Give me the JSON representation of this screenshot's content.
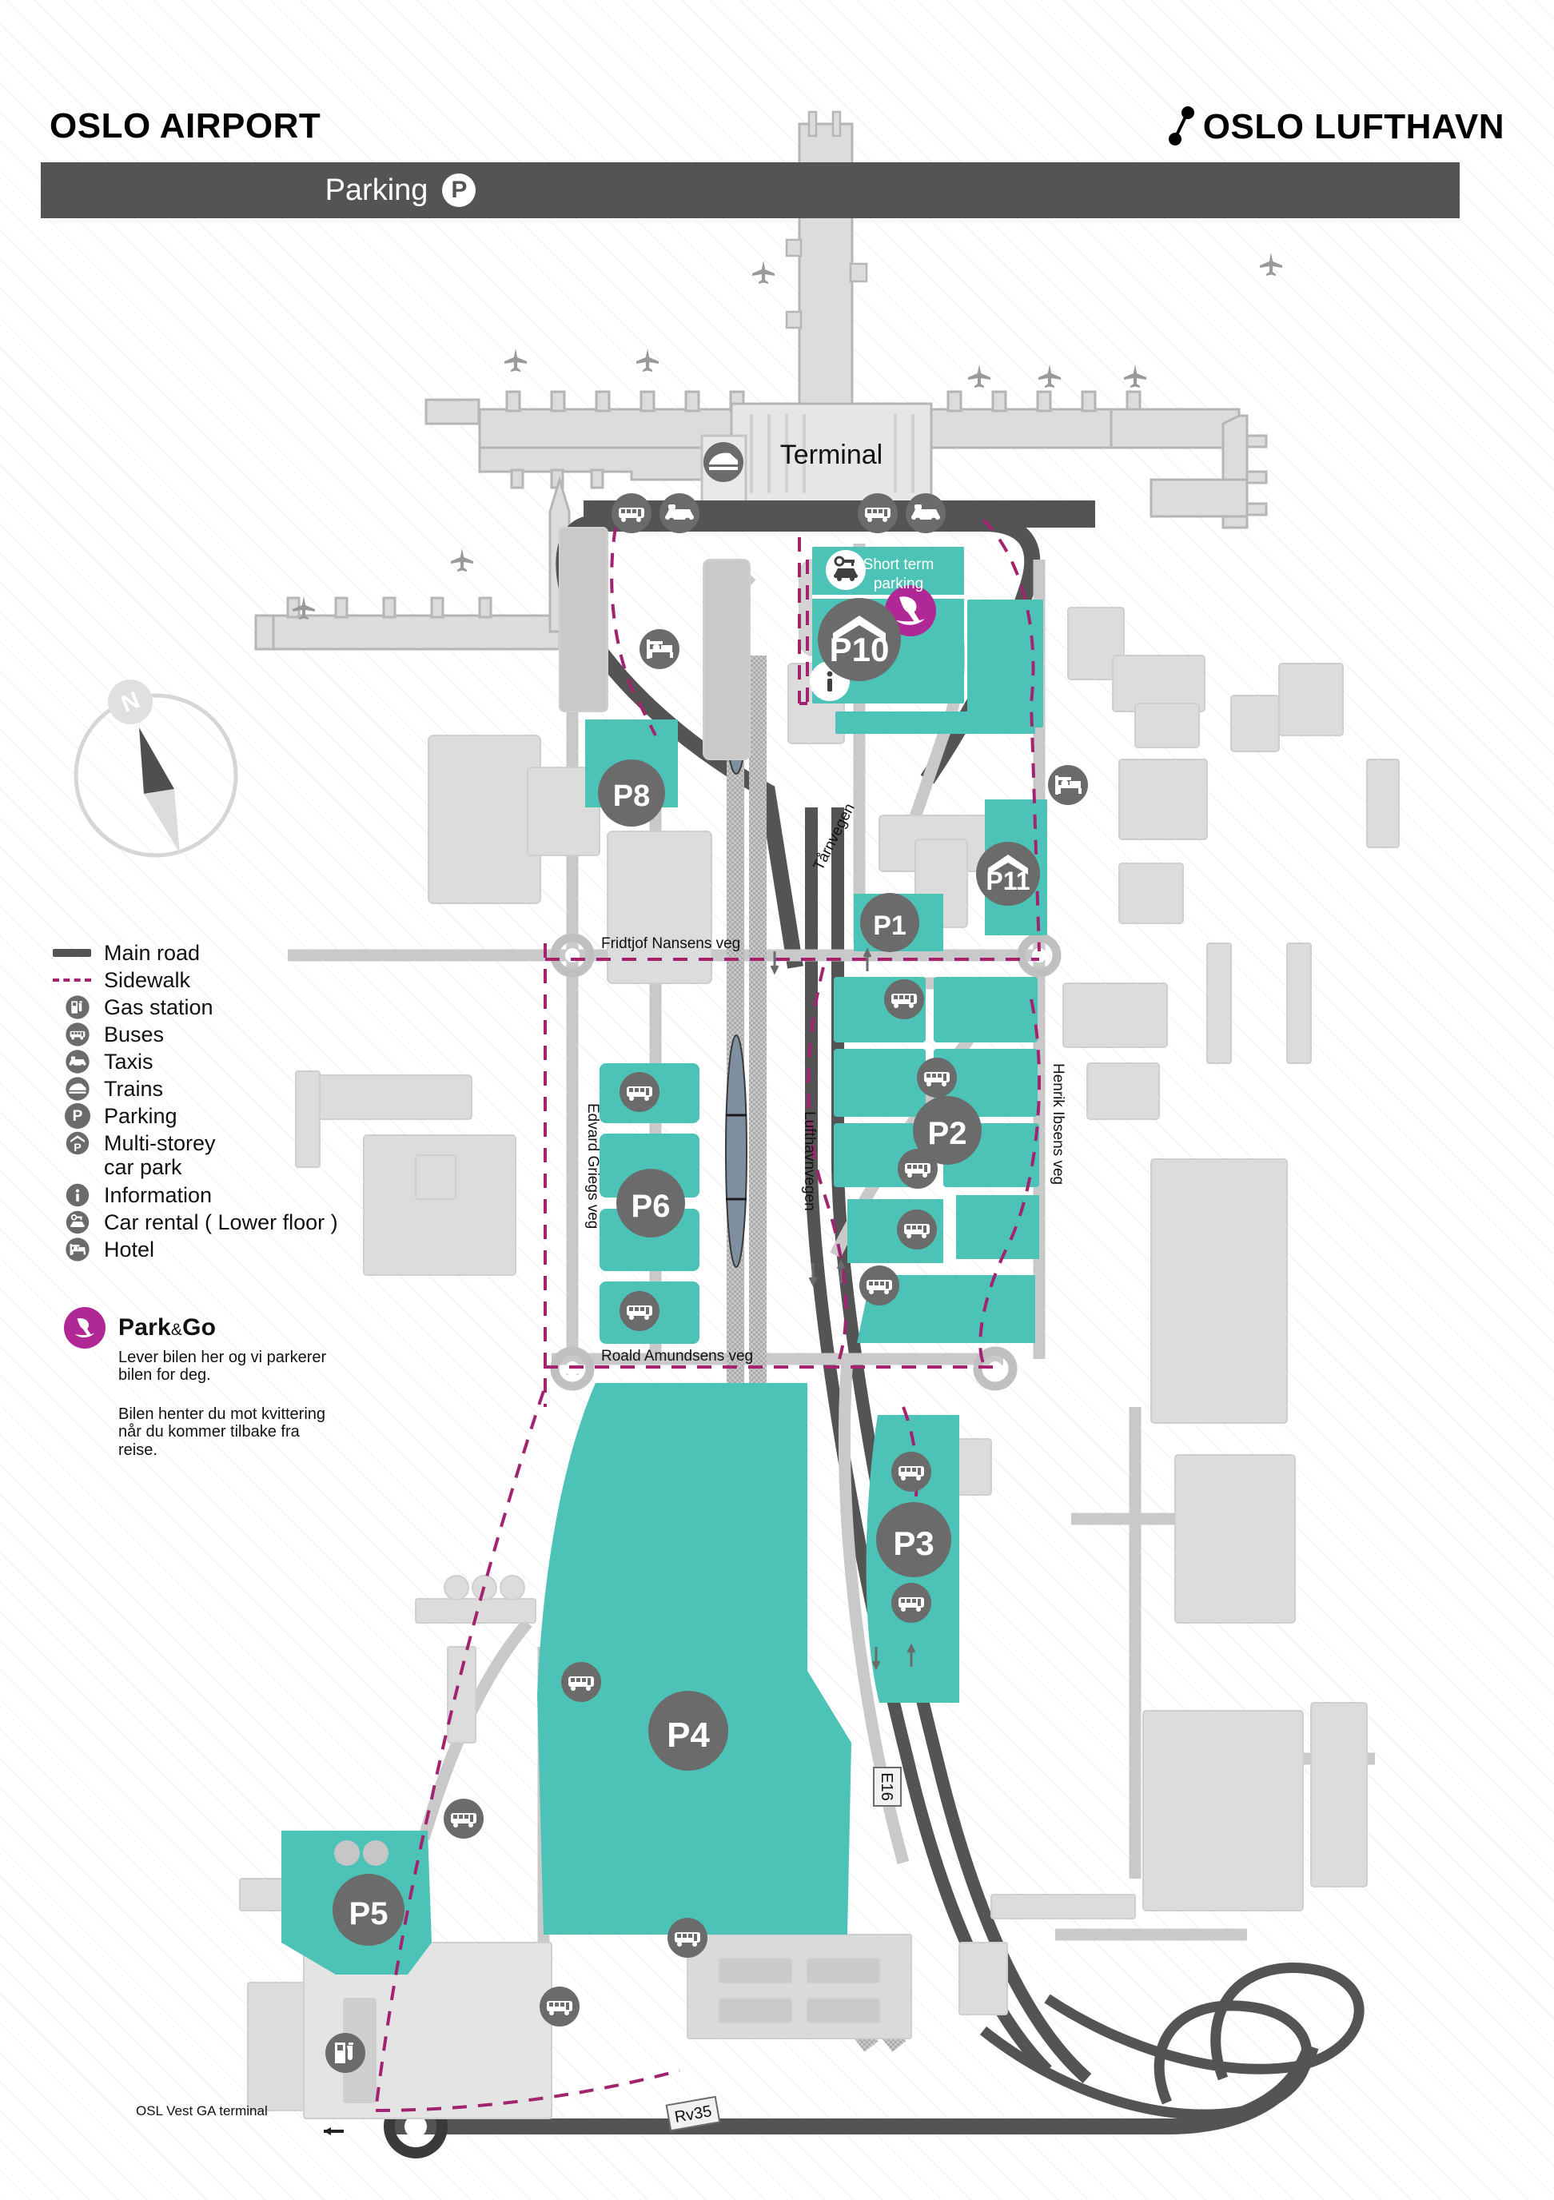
{
  "header": {
    "brand_left": "OSLO AIRPORT",
    "brand_right": "OSLO LUFTHAVN",
    "title": "Parking",
    "title_badge": "P"
  },
  "legend": {
    "items": [
      {
        "icon": "main-road-swatch",
        "label": "Main road"
      },
      {
        "icon": "sidewalk-swatch",
        "label": "Sidewalk"
      },
      {
        "icon": "gas-station-icon",
        "label": "Gas station"
      },
      {
        "icon": "bus-icon",
        "label": "Buses"
      },
      {
        "icon": "taxi-icon",
        "label": "Taxis"
      },
      {
        "icon": "train-icon",
        "label": "Trains"
      },
      {
        "icon": "parking-icon",
        "label": "Parking"
      },
      {
        "icon": "multi-storey-parking-icon",
        "label": "Multi-storey"
      },
      {
        "icon": "info-icon",
        "label": "Information"
      },
      {
        "icon": "car-rental-icon",
        "label": "Car rental ( Lower floor )"
      },
      {
        "icon": "hotel-icon",
        "label": "Hotel"
      }
    ],
    "multi_storey_line2": "car park"
  },
  "park_and_go": {
    "title_a": "Park",
    "title_amp": "&",
    "title_b": "Go",
    "para1": "Lever bilen her og vi parkerer bilen for deg.",
    "para2": "Bilen henter du mot kvittering når du kommer tilbake fra reise."
  },
  "compass": {
    "north_label": "N"
  },
  "map": {
    "terminal_label": "Terminal",
    "short_term_parking": "Short term parking",
    "short_term_parking_l1": "Short term",
    "short_term_parking_l2": "parking",
    "parking_lots": [
      {
        "id": "P10",
        "type": "multi-storey"
      },
      {
        "id": "P8",
        "type": "parking"
      },
      {
        "id": "P11",
        "type": "multi-storey"
      },
      {
        "id": "P1",
        "type": "parking"
      },
      {
        "id": "P2",
        "type": "parking"
      },
      {
        "id": "P6",
        "type": "parking"
      },
      {
        "id": "P3",
        "type": "parking"
      },
      {
        "id": "P4",
        "type": "parking"
      },
      {
        "id": "P5",
        "type": "parking"
      }
    ],
    "street_labels": [
      "Tårnvegen",
      "Fridtjof Nansens veg",
      "Edvard Griegs veg",
      "Lufthavnvegen",
      "Henrik Ibsens veg",
      "Roald Amundsens veg"
    ],
    "road_shields": [
      "E16",
      "Rv35"
    ],
    "destination_label": "OSL Vest GA terminal"
  },
  "colors": {
    "teal": "#4cc3b6",
    "grey_marker": "#6b6b6b",
    "magenta": "#b02896",
    "road_dark": "#545454",
    "road_light": "#c9c9c9",
    "building": "#d8d8d8",
    "header_bar": "#545454"
  }
}
